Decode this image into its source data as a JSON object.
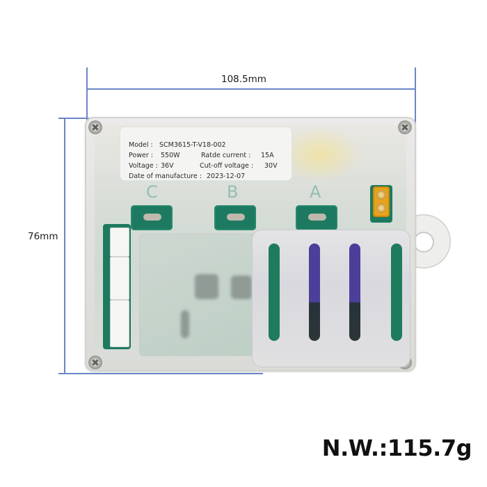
{
  "dimensions": {
    "width_label": "108.5mm",
    "height_label": "76mm",
    "line_color": "#6a86c8"
  },
  "product_label": {
    "model_key": "Model :",
    "model_value": "SCM3615-T-V18-002",
    "power_key": "Power :",
    "power_value": "550W",
    "rated_current_key": "Ratde current :",
    "rated_current_value": "15A",
    "voltage_key": "Voltage :",
    "voltage_value": "36V",
    "cutoff_key": "Cut-off voltage :",
    "cutoff_value": "30V",
    "date_key": "Date of manufacture :",
    "date_value": "2023-12-07"
  },
  "board": {
    "phase_labels": [
      "C",
      "B",
      "A"
    ],
    "connector_color": "#e8a31b",
    "pcb_color": "#1e7a5f"
  },
  "net_weight": "N.W.:115.7g"
}
